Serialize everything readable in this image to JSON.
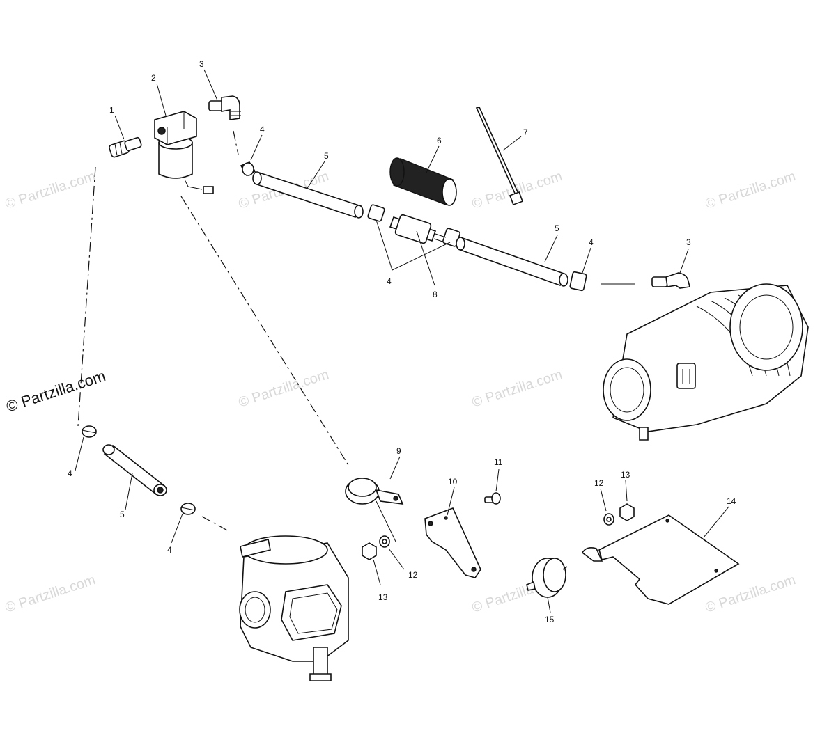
{
  "watermark": {
    "text": "© Partzilla.com",
    "featured_text": "© Partzilla.com"
  },
  "callouts": [
    "1",
    "2",
    "3",
    "4",
    "5",
    "6",
    "7",
    "4",
    "5",
    "4",
    "8",
    "5",
    "4",
    "3",
    "4",
    "5",
    "4",
    "9",
    "10",
    "11",
    "12",
    "13",
    "13",
    "12",
    "14",
    "15"
  ]
}
